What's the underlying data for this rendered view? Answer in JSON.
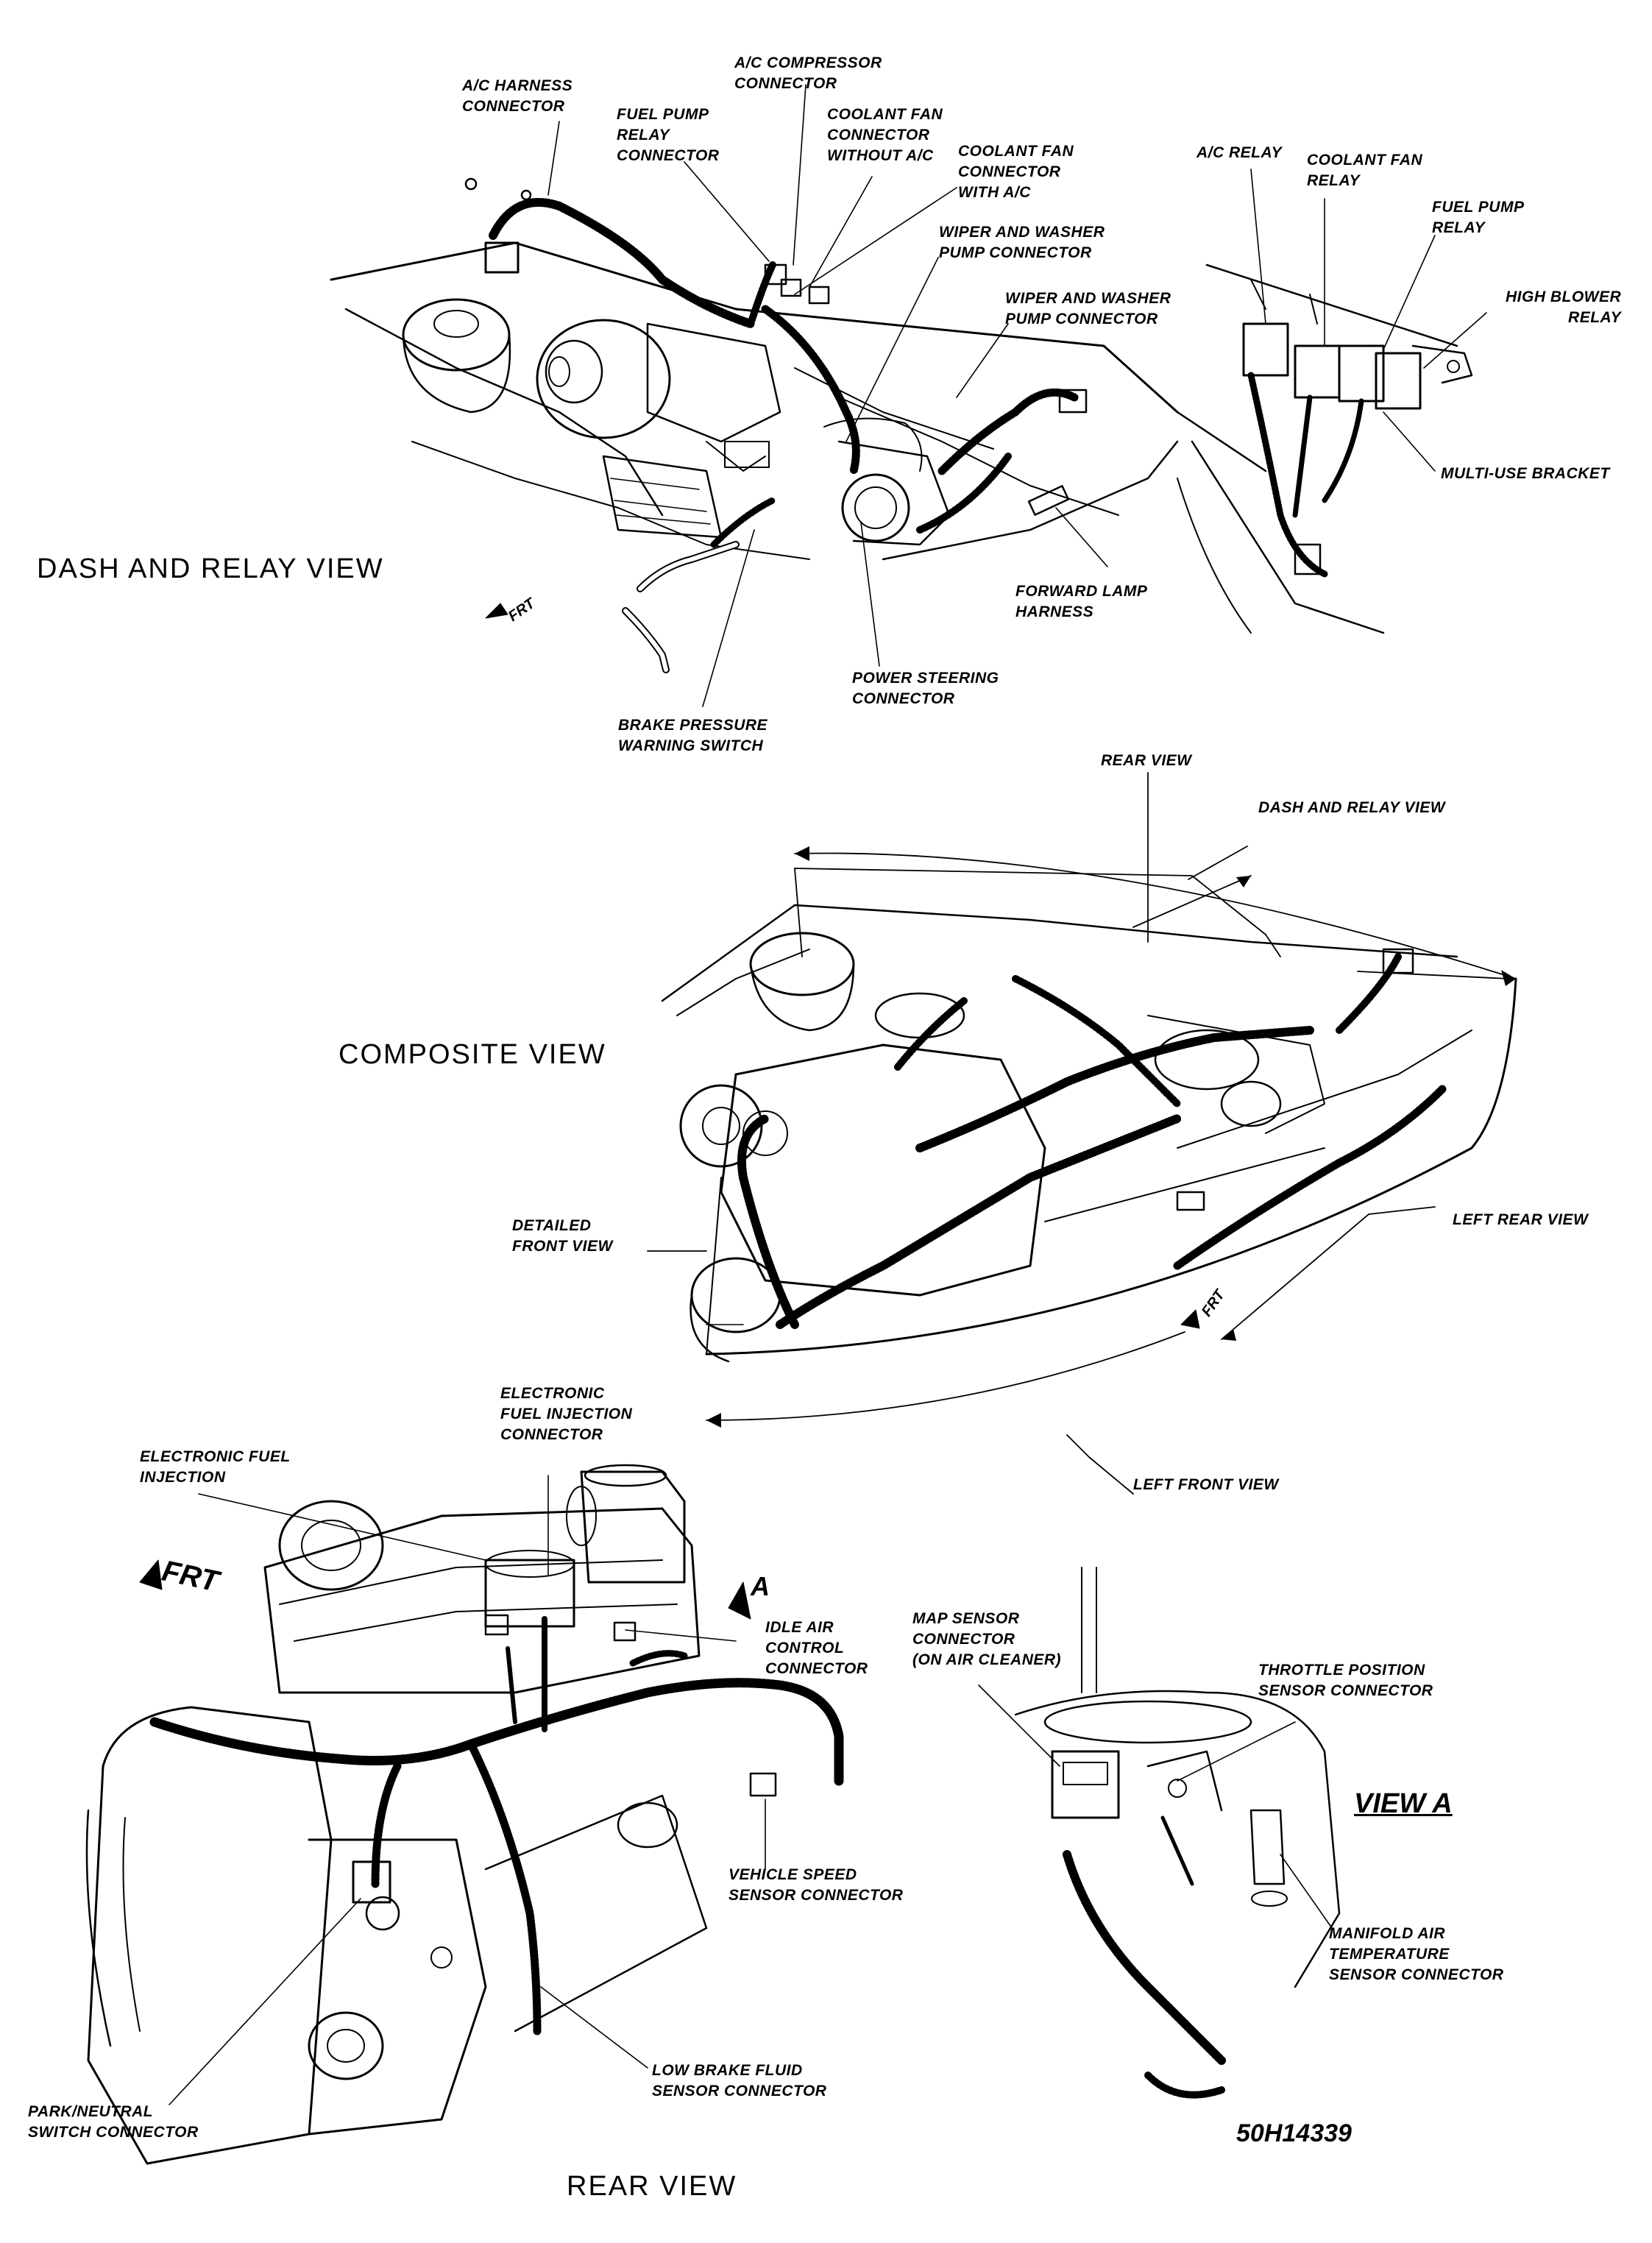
{
  "views": {
    "dash_relay": "DASH AND RELAY VIEW",
    "composite": "COMPOSITE VIEW",
    "rear": "REAR VIEW",
    "view_a": "VIEW A"
  },
  "figure_id": "50H14339",
  "front_marker": "FRT",
  "view_marker": "A",
  "labels": {
    "ac_harness": "A/C HARNESS\nCONNECTOR",
    "ac_compressor": "A/C COMPRESSOR\nCONNECTOR",
    "fuel_pump_relay_conn": "FUEL PUMP\nRELAY\nCONNECTOR",
    "coolant_fan_without_ac": "COOLANT FAN\nCONNECTOR\nWITHOUT A/C",
    "coolant_fan_with_ac": "COOLANT FAN\nCONNECTOR\nWITH A/C",
    "wiper_washer_1": "WIPER AND WASHER\nPUMP CONNECTOR",
    "wiper_washer_2": "WIPER AND WASHER\nPUMP CONNECTOR",
    "ac_relay": "A/C RELAY",
    "coolant_fan_relay": "COOLANT FAN\nRELAY",
    "fuel_pump_relay": "FUEL PUMP\nRELAY",
    "high_blower_relay": "HIGH BLOWER\nRELAY",
    "multi_use_bracket": "MULTI-USE BRACKET",
    "forward_lamp_harness": "FORWARD LAMP\nHARNESS",
    "power_steering": "POWER STEERING\nCONNECTOR",
    "brake_pressure": "BRAKE PRESSURE\nWARNING SWITCH",
    "rear_view_ref": "REAR VIEW",
    "dash_relay_ref": "DASH AND RELAY VIEW",
    "detailed_front": "DETAILED\nFRONT VIEW",
    "left_rear": "LEFT REAR VIEW",
    "left_front": "LEFT FRONT VIEW",
    "efi_connector": "ELECTRONIC\nFUEL INJECTION\nCONNECTOR",
    "efi": "ELECTRONIC FUEL\nINJECTION",
    "idle_air": "IDLE AIR\nCONTROL\nCONNECTOR",
    "vehicle_speed": "VEHICLE SPEED\nSENSOR CONNECTOR",
    "low_brake_fluid": "LOW BRAKE FLUID\nSENSOR CONNECTOR",
    "park_neutral": "PARK/NEUTRAL\nSWITCH CONNECTOR",
    "map_sensor": "MAP SENSOR\nCONNECTOR\n(ON AIR CLEANER)",
    "throttle_position": "THROTTLE POSITION\nSENSOR CONNECTOR",
    "manifold_air_temp": "MANIFOLD AIR\nTEMPERATURE\nSENSOR CONNECTOR"
  }
}
